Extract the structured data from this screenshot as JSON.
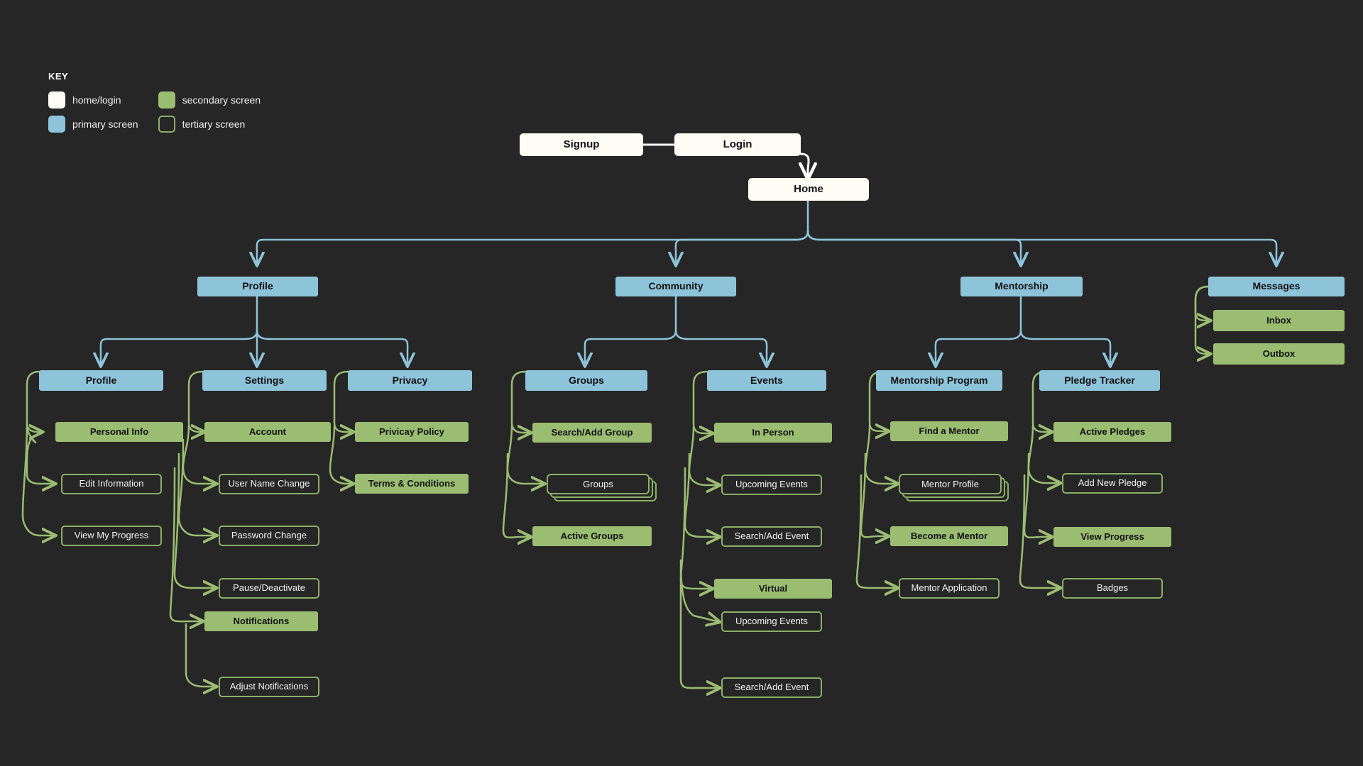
{
  "legend": {
    "title": "KEY",
    "items": [
      {
        "id": "home-login",
        "label": "home/login",
        "color": "#fdfcf5"
      },
      {
        "id": "secondary-screen",
        "label": "secondary screen",
        "color": "#9bbd72"
      },
      {
        "id": "primary-screen",
        "label": "primary screen",
        "color": "#8ec4da"
      },
      {
        "id": "tertiary-screen",
        "label": "tertiary screen",
        "color": "#8bb065"
      }
    ]
  },
  "palette": {
    "background": "#262626",
    "home": "#fdfcf5",
    "primary": "#8ec4da",
    "secondary": "#9bbd72",
    "tertiary_border": "#8bb065",
    "link_blue": "#8ec4da",
    "link_green": "#9bbd72",
    "link_white": "#ffffff"
  },
  "nodes": {
    "signup": {
      "label": "Signup",
      "type": "home"
    },
    "login": {
      "label": "Login",
      "type": "home"
    },
    "home": {
      "label": "Home",
      "type": "home"
    },
    "profile": {
      "label": "Profile",
      "type": "primary"
    },
    "community": {
      "label": "Community",
      "type": "primary"
    },
    "mentorship": {
      "label": "Mentorship",
      "type": "primary"
    },
    "messages": {
      "label": "Messages",
      "type": "primary"
    },
    "profile_sub": {
      "label": "Profile",
      "type": "primary"
    },
    "settings": {
      "label": "Settings",
      "type": "primary"
    },
    "privacy": {
      "label": "Privacy",
      "type": "primary"
    },
    "groups": {
      "label": "Groups",
      "type": "primary"
    },
    "events": {
      "label": "Events",
      "type": "primary"
    },
    "mentorship_program": {
      "label": "Mentorship Program",
      "type": "primary"
    },
    "pledge_tracker": {
      "label": "Pledge Tracker",
      "type": "primary"
    },
    "inbox": {
      "label": "Inbox",
      "type": "secondary"
    },
    "outbox": {
      "label": "Outbox",
      "type": "secondary"
    },
    "personal_info": {
      "label": "Personal Info",
      "type": "secondary"
    },
    "edit_information": {
      "label": "Edit Information",
      "type": "tertiary"
    },
    "view_my_progress": {
      "label": "View My Progress",
      "type": "tertiary"
    },
    "account": {
      "label": "Account",
      "type": "secondary"
    },
    "user_name_change": {
      "label": "User Name Change",
      "type": "tertiary"
    },
    "password_change": {
      "label": "Password Change",
      "type": "tertiary"
    },
    "pause_deactivate": {
      "label": "Pause/Deactivate",
      "type": "tertiary"
    },
    "notifications": {
      "label": "Notifications",
      "type": "secondary"
    },
    "adjust_notifications": {
      "label": "Adjust Notifications",
      "type": "tertiary"
    },
    "privacy_policy": {
      "label": "Privicay Policy",
      "type": "secondary"
    },
    "terms_conditions": {
      "label": "Terms & Conditions",
      "type": "secondary"
    },
    "search_add_group": {
      "label": "Search/Add Group",
      "type": "secondary"
    },
    "groups_stack": {
      "label": "Groups",
      "type": "tertiary-stack"
    },
    "active_groups": {
      "label": "Active Groups",
      "type": "secondary"
    },
    "in_person": {
      "label": "In Person",
      "type": "secondary"
    },
    "upcoming_events_1": {
      "label": "Upcoming Events",
      "type": "tertiary"
    },
    "search_add_event_1": {
      "label": "Search/Add Event",
      "type": "tertiary"
    },
    "virtual": {
      "label": "Virtual",
      "type": "secondary"
    },
    "upcoming_events_2": {
      "label": "Upcoming Events",
      "type": "tertiary"
    },
    "search_add_event_2": {
      "label": "Search/Add Event",
      "type": "tertiary"
    },
    "find_a_mentor": {
      "label": "Find a Mentor",
      "type": "secondary"
    },
    "mentor_profile_stack": {
      "label": "Mentor Profile",
      "type": "tertiary-stack"
    },
    "become_a_mentor": {
      "label": "Become a Mentor",
      "type": "secondary"
    },
    "mentor_application": {
      "label": "Mentor Application",
      "type": "tertiary"
    },
    "active_pledges": {
      "label": "Active Pledges",
      "type": "secondary"
    },
    "add_new_pledge": {
      "label": "Add New Pledge",
      "type": "tertiary"
    },
    "view_progress": {
      "label": "View Progress",
      "type": "secondary"
    },
    "badges": {
      "label": "Badges",
      "type": "tertiary"
    }
  }
}
